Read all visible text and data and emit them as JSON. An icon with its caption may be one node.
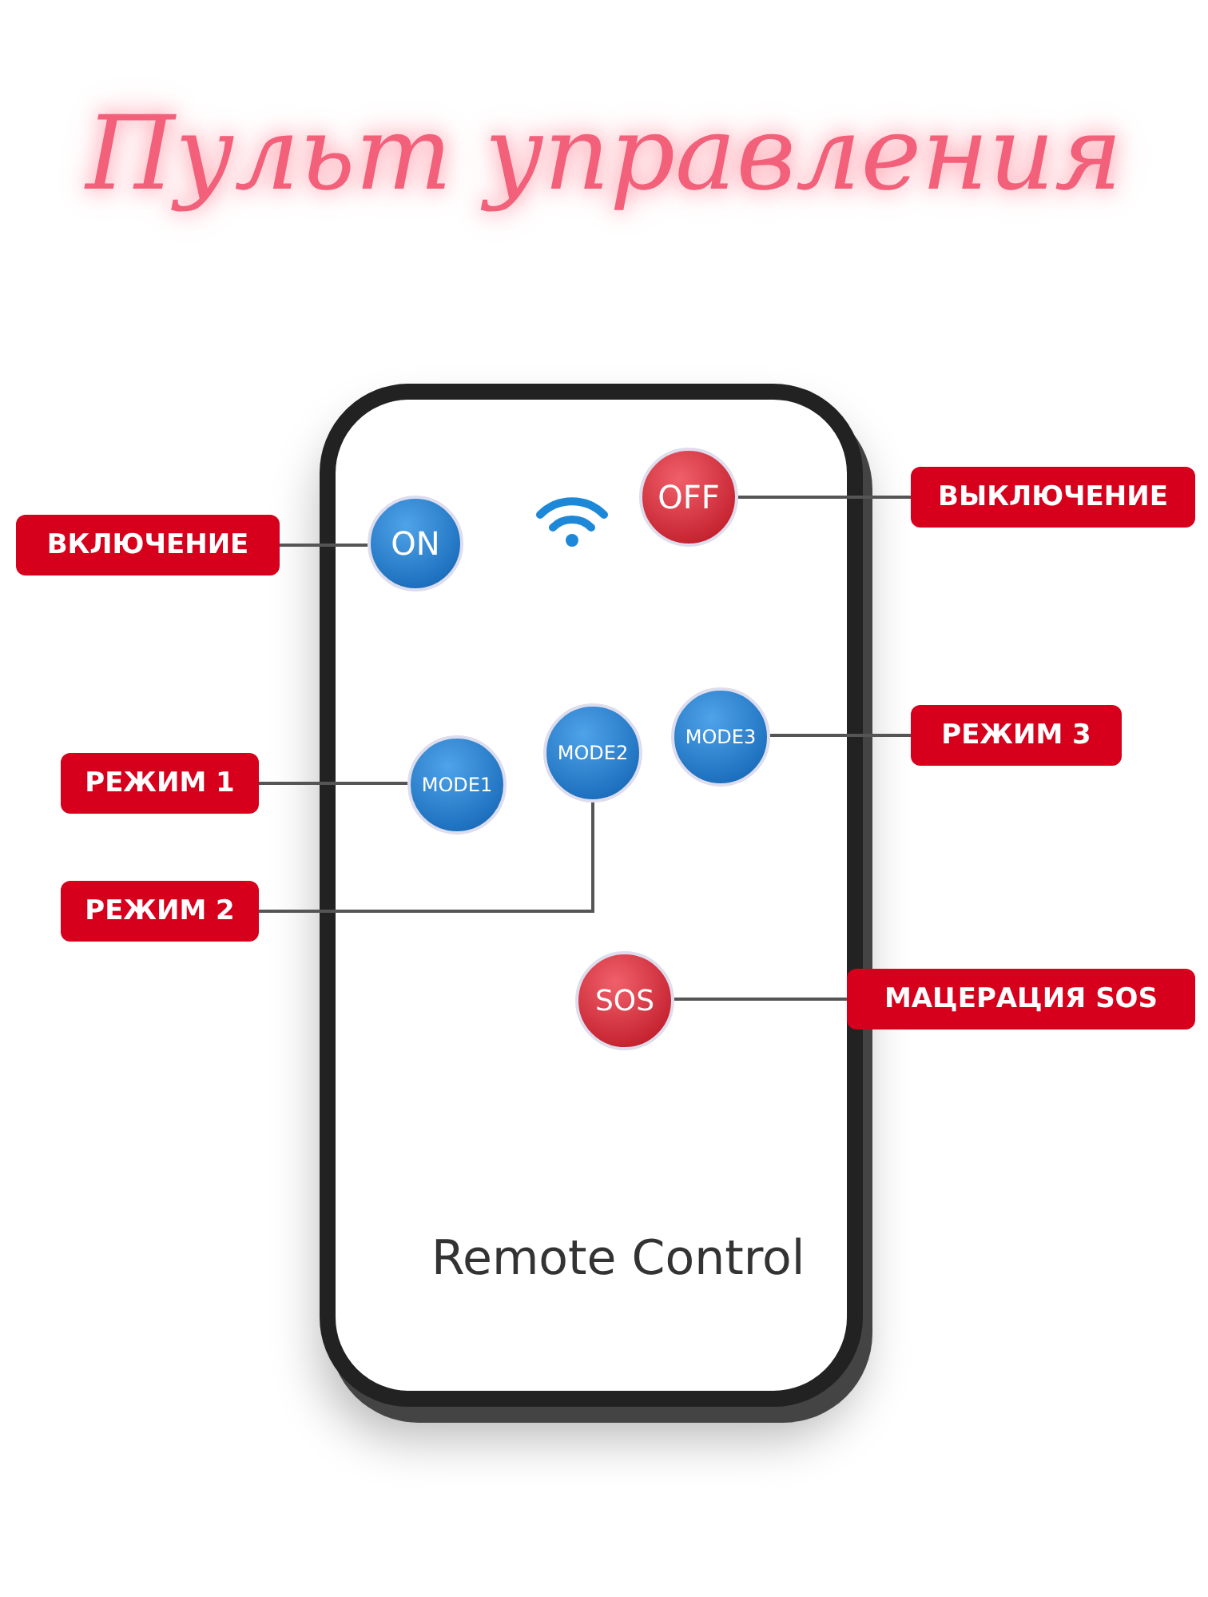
{
  "diagram": {
    "title": "Пульт управления",
    "nodes": [
      {
        "text": [
          "Remote Control"
        ]
      },
      {
        "text": [
          "ON"
        ],
        "in": 0
      },
      {
        "text": [
          "OFF"
        ],
        "in": 0
      },
      {
        "text": [
          "MODE1"
        ],
        "in": 0
      },
      {
        "text": [
          "MODE2"
        ],
        "in": 0
      },
      {
        "text": [
          "MODE3"
        ],
        "in": 0
      },
      {
        "text": [
          "SOS"
        ],
        "in": 0
      },
      {
        "text": [
          "ВЫКЛЮЧЕНИЕ"
        ]
      },
      {
        "text": [
          "ВКЛЮЧЕНИЕ"
        ]
      },
      {
        "text": [
          "РЕЖИМ 3"
        ]
      },
      {
        "text": [
          "РЕЖИМ 1"
        ]
      },
      {
        "text": [
          "РЕЖИМ 2"
        ]
      },
      {
        "text": [
          "МАЦЕРАЦИЯ SOS"
        ]
      }
    ],
    "edges": [
      {
        "from": 7,
        "to": 2,
        "arrow": "none"
      },
      {
        "from": 8,
        "to": 1,
        "arrow": "none"
      },
      {
        "from": 9,
        "to": 5,
        "arrow": "none"
      },
      {
        "from": 10,
        "to": 3,
        "arrow": "none"
      },
      {
        "from": 11,
        "to": 4,
        "arrow": "none"
      },
      {
        "from": 12,
        "to": 6,
        "arrow": "none"
      }
    ]
  }
}
